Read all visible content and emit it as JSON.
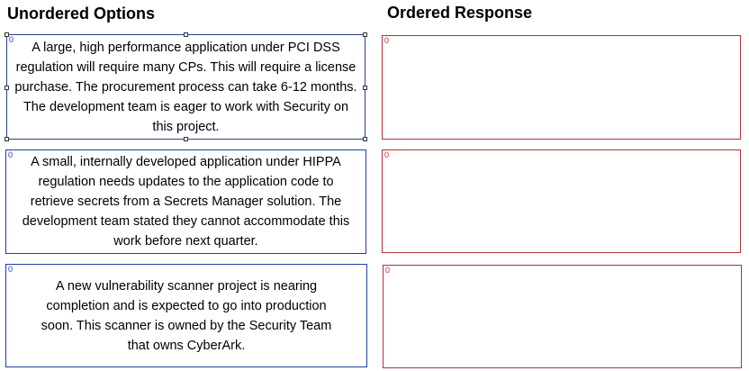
{
  "headings": {
    "unordered": "Unordered Options",
    "ordered": "Ordered Response"
  },
  "options": [
    {
      "index": "0",
      "text": "A large, high performance application under PCI DSS regulation will require many CPs. This will require a license purchase. The procurement process can take 6-12 months. The development team is eager to work with Security on this project.",
      "selected": true
    },
    {
      "index": "0",
      "text": "A small, internally developed application under HIPPA regulation needs updates to the application code to retrieve secrets from a Secrets Manager solution. The development team stated they cannot accommodate this work before next quarter.",
      "selected": false
    },
    {
      "index": "0",
      "text": "A new vulnerability scanner project is nearing completion and is expected to go into production soon. This scanner is owned by the Security Team that owns CyberArk.",
      "selected": false
    }
  ],
  "responses": [
    {
      "index": "0"
    },
    {
      "index": "0"
    },
    {
      "index": "0"
    }
  ],
  "colors": {
    "option_border": "#1f3f9f",
    "response_border": "#b0323a",
    "option_index": "#2233cc",
    "response_index": "#cc2222"
  }
}
